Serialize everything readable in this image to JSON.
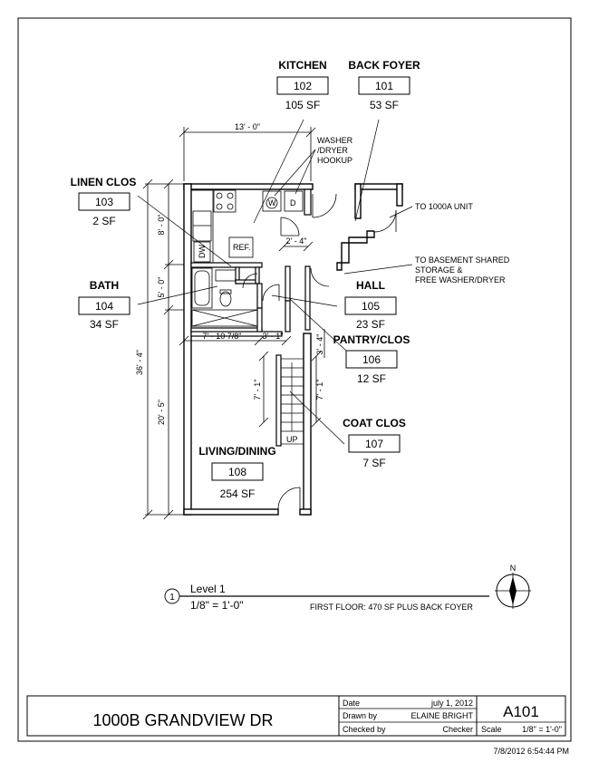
{
  "rooms": [
    {
      "name": "KITCHEN",
      "number": "102",
      "area": "105 SF"
    },
    {
      "name": "BACK FOYER",
      "number": "101",
      "area": "53 SF"
    },
    {
      "name": "LINEN CLOS",
      "number": "103",
      "area": "2 SF"
    },
    {
      "name": "BATH",
      "number": "104",
      "area": "34 SF"
    },
    {
      "name": "HALL",
      "number": "105",
      "area": "23 SF"
    },
    {
      "name": "PANTRY/CLOS",
      "number": "106",
      "area": "12 SF"
    },
    {
      "name": "COAT CLOS",
      "number": "107",
      "area": "7 SF"
    },
    {
      "name": "LIVING/DINING",
      "number": "108",
      "area": "254 SF"
    }
  ],
  "dimensions": {
    "overall_width": "13' - 0\"",
    "overall_depth": "36' - 4\"",
    "kitchen_depth": "8' - 0\"",
    "bath_depth": "5' - 0\"",
    "living_depth": "20' - 5\"",
    "hall_width": "2' - 4\"",
    "bath_width": "7' - 10 7/8\"",
    "closet_width": "3' - 1\"",
    "pantry_depth": "3' - 4\"",
    "stair_run_left": "7' - 1\"",
    "stair_run_right": "7' - 1\""
  },
  "notes": {
    "washer_line1": "WASHER",
    "washer_line2": "/DRYER",
    "washer_line3": "HOOKUP",
    "unit_note": "TO 1000A UNIT",
    "basement_line1": "TO BASEMENT SHARED",
    "basement_line2": "STORAGE &",
    "basement_line3": "FREE WASHER/DRYER"
  },
  "fixtures": {
    "ref": "REF.",
    "washer": "W",
    "dryer": "D",
    "dishwasher": "DW",
    "stair_up": "UP"
  },
  "view": {
    "number": "1",
    "name": "Level 1",
    "scale": "1/8\" = 1'-0\"",
    "caption": "FIRST FLOOR: 470  SF PLUS BACK FOYER",
    "north": "N"
  },
  "title_block": {
    "project": "1000B GRANDVIEW DR",
    "date_label": "Date",
    "date_value": "july 1, 2012",
    "drawn_label": "Drawn by",
    "drawn_value": "ELAINE BRIGHT",
    "checked_label": "Checked by",
    "checked_value": "Checker",
    "sheet": "A101",
    "scale_label": "Scale",
    "scale_value": "1/8\" = 1'-0\""
  },
  "timestamp": "7/8/2012 6:54:44 PM"
}
